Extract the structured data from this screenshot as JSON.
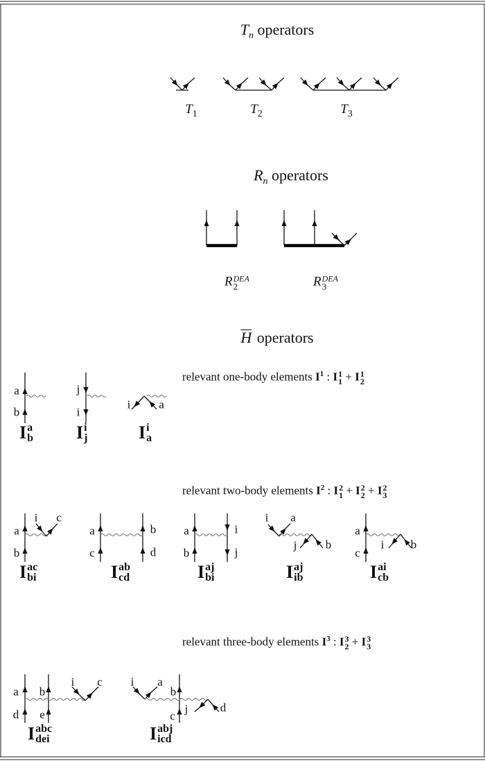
{
  "t_section": {
    "title_symbol": "T",
    "title_subscript": "n",
    "title_text": "operators",
    "labels": [
      {
        "symbol": "T",
        "sub": "1"
      },
      {
        "symbol": "T",
        "sub": "2"
      },
      {
        "symbol": "T",
        "sub": "3"
      }
    ]
  },
  "r_section": {
    "title_symbol": "R",
    "title_subscript": "n",
    "title_text": "operators",
    "labels": [
      {
        "symbol": "R",
        "sub": "2",
        "sup": "DEA"
      },
      {
        "symbol": "R",
        "sub": "3",
        "sup": "DEA"
      }
    ]
  },
  "h_section": {
    "title_symbol": "H",
    "title_text": "operators"
  },
  "one_body": {
    "text": "relevant one-body elements",
    "total": {
      "sup": "1"
    },
    "colon": ":",
    "terms": [
      {
        "sup": "1",
        "sub": "1"
      },
      {
        "sup": "1",
        "sub": "2"
      }
    ],
    "plus": "+",
    "diagrams": [
      {
        "sup": "a",
        "sub": "b",
        "line_labels": [
          "a",
          "b"
        ]
      },
      {
        "sup": "i",
        "sub": "j",
        "line_labels": [
          "j",
          "i"
        ]
      },
      {
        "sup": "i",
        "sub": "a",
        "line_labels": [
          "i",
          "a"
        ]
      }
    ]
  },
  "two_body": {
    "text": "relevant two-body elements",
    "total": {
      "sup": "2"
    },
    "colon": ":",
    "terms": [
      {
        "sup": "2",
        "sub": "1"
      },
      {
        "sup": "2",
        "sub": "2"
      },
      {
        "sup": "2",
        "sub": "3"
      }
    ],
    "plus": "+",
    "diagrams": [
      {
        "sup": "ac",
        "sub": "bi",
        "line_labels": [
          "a",
          "b",
          "i",
          "c"
        ]
      },
      {
        "sup": "ab",
        "sub": "cd",
        "line_labels": [
          "a",
          "c",
          "b",
          "d"
        ]
      },
      {
        "sup": "aj",
        "sub": "bi",
        "line_labels": [
          "a",
          "b",
          "i",
          "j"
        ]
      },
      {
        "sup": "aj",
        "sub": "ib",
        "line_labels": [
          "i",
          "a",
          "j",
          "b"
        ]
      },
      {
        "sup": "ai",
        "sub": "cb",
        "line_labels": [
          "a",
          "c",
          "i",
          "b"
        ]
      }
    ]
  },
  "three_body": {
    "text": "relevant three-body elements",
    "total": {
      "sup": "3"
    },
    "colon": ":",
    "terms": [
      {
        "sup": "3",
        "sub": "2"
      },
      {
        "sup": "3",
        "sub": "3"
      }
    ],
    "plus": "+",
    "diagrams": [
      {
        "sup": "abc",
        "sub": "dei",
        "line_labels": [
          "a",
          "d",
          "b",
          "e",
          "i",
          "c"
        ]
      },
      {
        "sup": "abj",
        "sub": "icd",
        "line_labels": [
          "i",
          "a",
          "b",
          "c",
          "j",
          "d"
        ]
      }
    ]
  },
  "operator_symbol": "I"
}
